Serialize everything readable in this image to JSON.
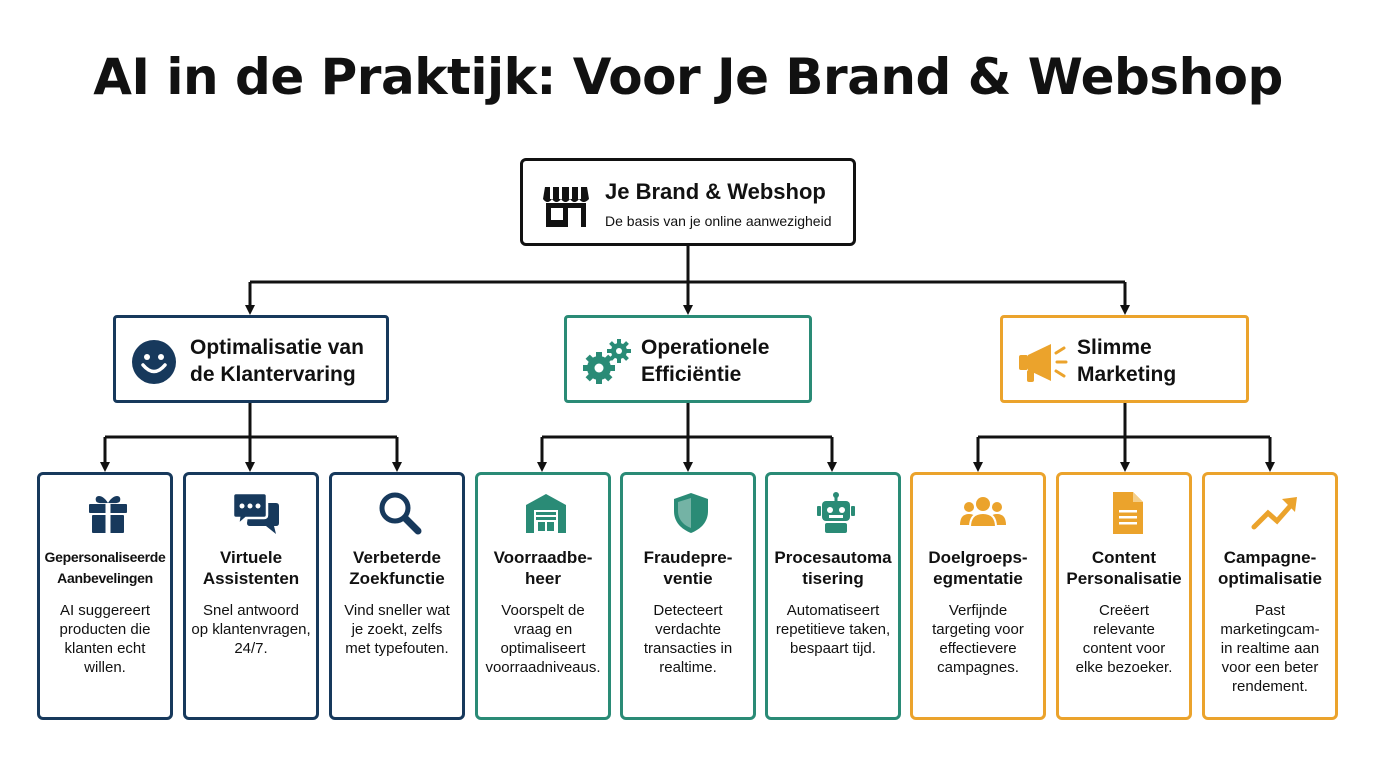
{
  "title": "AI in de Praktijk: Voor Je Brand & Webshop",
  "colors": {
    "navy": "#17395c",
    "teal": "#2a8b76",
    "orange": "#eba32c",
    "dark": "#111111"
  },
  "root": {
    "title": "Je Brand & Webshop",
    "subtitle": "De basis van je online aanwezigheid",
    "icon": "storefront-icon"
  },
  "categories": [
    {
      "label": "Optimalisatie van de Klantervaring",
      "icon": "smiley-icon",
      "cards": [
        {
          "title": "Gepersonaliseerde\nAanbevelingen",
          "desc": "AI suggereert\nproducten die\nklanten echt\nwillen.",
          "icon": "gift-icon"
        },
        {
          "title": "Virtuele\nAssistenten",
          "desc": "Snel antwoord\nop klantenvragen,\n24/7.",
          "icon": "chat-bubbles-icon"
        },
        {
          "title": "Verbeterde\nZoekfunctie",
          "desc": "Vind sneller wat\nje zoekt, zelfs\nmet typefouten.",
          "icon": "magnifier-icon"
        }
      ]
    },
    {
      "label": "Operationele Efficiëntie",
      "icon": "gears-icon",
      "cards": [
        {
          "title": "Voorraadbe-\nheer",
          "desc": "Voorspelt de\nvraag en\noptimaliseert\nvoorraadniveaus.",
          "icon": "warehouse-icon"
        },
        {
          "title": "Fraudepre-\nventie",
          "desc": "Detecteert\nverdachte\ntransacties in\nrealtime.",
          "icon": "shield-icon"
        },
        {
          "title": "Procesautoma\ntisering",
          "desc": "Automatiseert\nrepetitieve taken,\nbespaart tijd.",
          "icon": "robot-icon"
        }
      ]
    },
    {
      "label": "Slimme Marketing",
      "icon": "megaphone-icon",
      "cards": [
        {
          "title": "Doelgroeps-\negmentatie",
          "desc": "Verfijnde\ntargeting voor\neffectievere\ncampagnes.",
          "icon": "people-group-icon"
        },
        {
          "title": "Content\nPersonalisatie",
          "desc": "Creëert\nrelevante\ncontent voor\nelke bezoeker.",
          "icon": "document-icon"
        },
        {
          "title": "Campagne-\noptimalisatie",
          "desc": "Past\nmarketingcam-\nin realtime aan\nvoor een beter\nrendement.",
          "icon": "trend-up-icon"
        }
      ]
    }
  ]
}
